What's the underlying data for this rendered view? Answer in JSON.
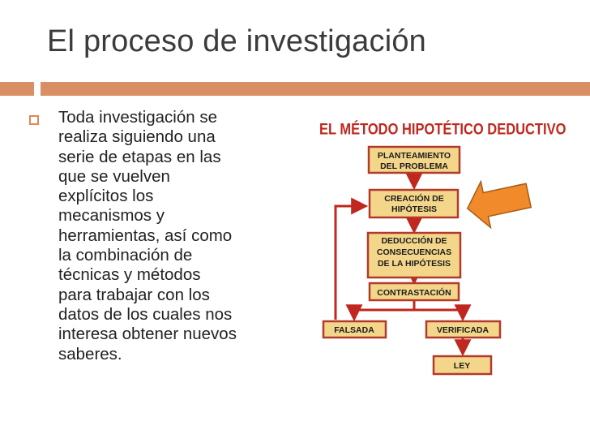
{
  "slide": {
    "title": "El proceso de investigación",
    "body_lines": [
      "Toda investigación se",
      "realiza siguiendo una",
      "serie de etapas en las",
      "que se vuelven",
      "explícitos los",
      "mecanismos y",
      "herramientas, así como",
      "la combinación de",
      "técnicas y métodos",
      "para trabajar con los",
      "datos de los cuales nos",
      "interesa obtener nuevos",
      "saberes."
    ]
  },
  "diagram": {
    "title": "EL MÉTODO HIPOTÉTICO DEDUCTIVO",
    "boxes": {
      "planteamiento": [
        "PLANTEAMIENTO",
        "DEL PROBLEMA"
      ],
      "creacion": [
        "CREACIÓN DE",
        "HIPÓTESIS"
      ],
      "deduccion": [
        "DEDUCCIÓN DE",
        "CONSECUENCIAS",
        "DE LA HIPÓTESIS"
      ],
      "contrastacion": [
        "CONTRASTACIÓN"
      ],
      "falsada": [
        "FALSADA"
      ],
      "verificada": [
        "VERIFICADA"
      ],
      "ley": [
        "LEY"
      ]
    }
  },
  "colors": {
    "accent_bar": "#d88f66",
    "bullet": "#e0884f",
    "box_fill": "#f3d68a",
    "box_border": "#b23a2b",
    "diagram_title": "#c0271e",
    "pointer_arrow": "#f08a2a"
  },
  "icons": {
    "bullet": "hollow-square-bullet-icon",
    "pointer": "left-pointing-block-arrow-icon"
  }
}
